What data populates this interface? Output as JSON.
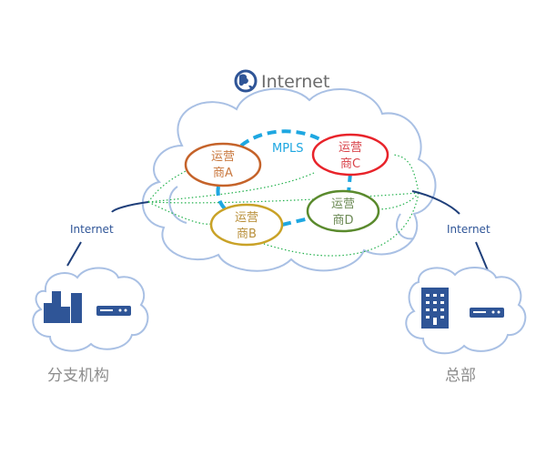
{
  "title": {
    "label": "Internet",
    "icon": "globe-icon"
  },
  "mpls": {
    "label": "MPLS",
    "color": "#1ea7e1"
  },
  "carriers": [
    {
      "id": "A",
      "line1": "运营",
      "line2": "商A",
      "color": "#c5632a",
      "text_color": "#c9783f"
    },
    {
      "id": "B",
      "line1": "运营",
      "line2": "商B",
      "color": "#c9a227",
      "text_color": "#b98f3a"
    },
    {
      "id": "C",
      "line1": "运营",
      "line2": "商C",
      "color": "#e8232a",
      "text_color": "#d9434a"
    },
    {
      "id": "D",
      "line1": "运营",
      "line2": "商D",
      "color": "#5a8a2d",
      "text_color": "#6c8a55"
    }
  ],
  "branch": {
    "label": "分支机构",
    "link_label": "Internet",
    "icons": [
      "office-buildings-icon",
      "router-icon"
    ]
  },
  "hq": {
    "label": "总部",
    "link_label": "Internet",
    "icons": [
      "office-tower-icon",
      "router-icon"
    ]
  },
  "colors": {
    "cloud": "#a9c0e4",
    "icon": "#2f5597",
    "link": "#1f3f7a",
    "overlay": "#22b14c",
    "caption": "#8c8c8c"
  }
}
